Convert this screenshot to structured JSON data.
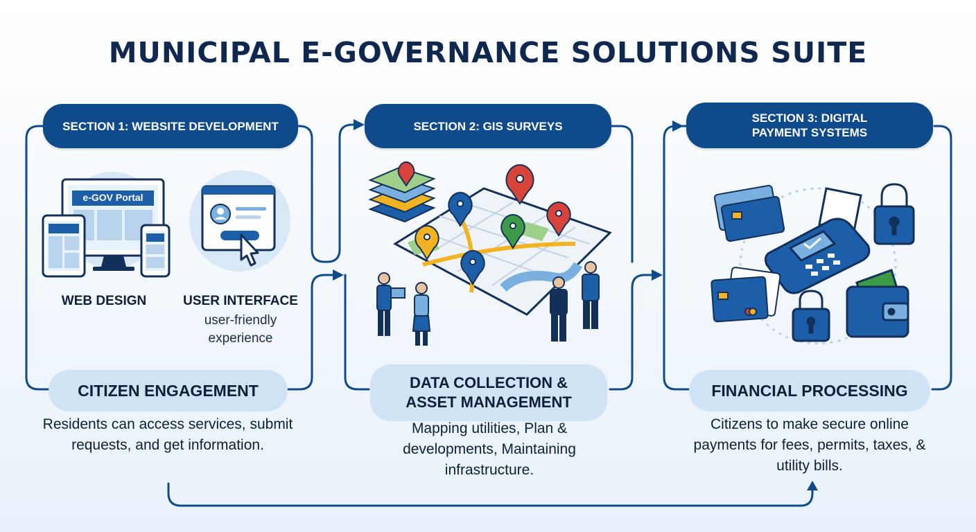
{
  "title": "MUNICIPAL E-GOVERNANCE SOLUTIONS SUITE",
  "sections": [
    {
      "header": "SECTION 1: WEBSITE DEVELOPMENT",
      "items": [
        {
          "label": "WEB DESIGN",
          "icon": "devices-icon",
          "screen_text": "e-GOV Portal"
        },
        {
          "label": "USER INTERFACE",
          "sublabel": "user-friendly experience",
          "icon": "ui-click-icon"
        }
      ],
      "pill": "CITIZEN ENGAGEMENT",
      "description": "Residents can access services, submit requests, and get information."
    },
    {
      "header": "SECTION 2: GIS SURVEYS",
      "icon": "map-survey-icon",
      "pill": "DATA COLLECTION & ASSET MANAGEMENT",
      "description": "Mapping utilities, Plan & developments, Maintaining infrastructure."
    },
    {
      "header": "SECTION 3: DIGITAL PAYMENT SYSTEMS",
      "icon": "payment-terminal-icon",
      "pill": "FINANCIAL PROCESSING",
      "description": "Citizens to make secure online payments for fees, permits, taxes, & utility bills."
    }
  ],
  "colors": {
    "primary": "#0f4a8a",
    "pill": "#cfe3f5",
    "title": "#10284f",
    "accent_red": "#d9443a",
    "accent_green": "#3d9a47",
    "accent_yellow": "#f2b322"
  }
}
